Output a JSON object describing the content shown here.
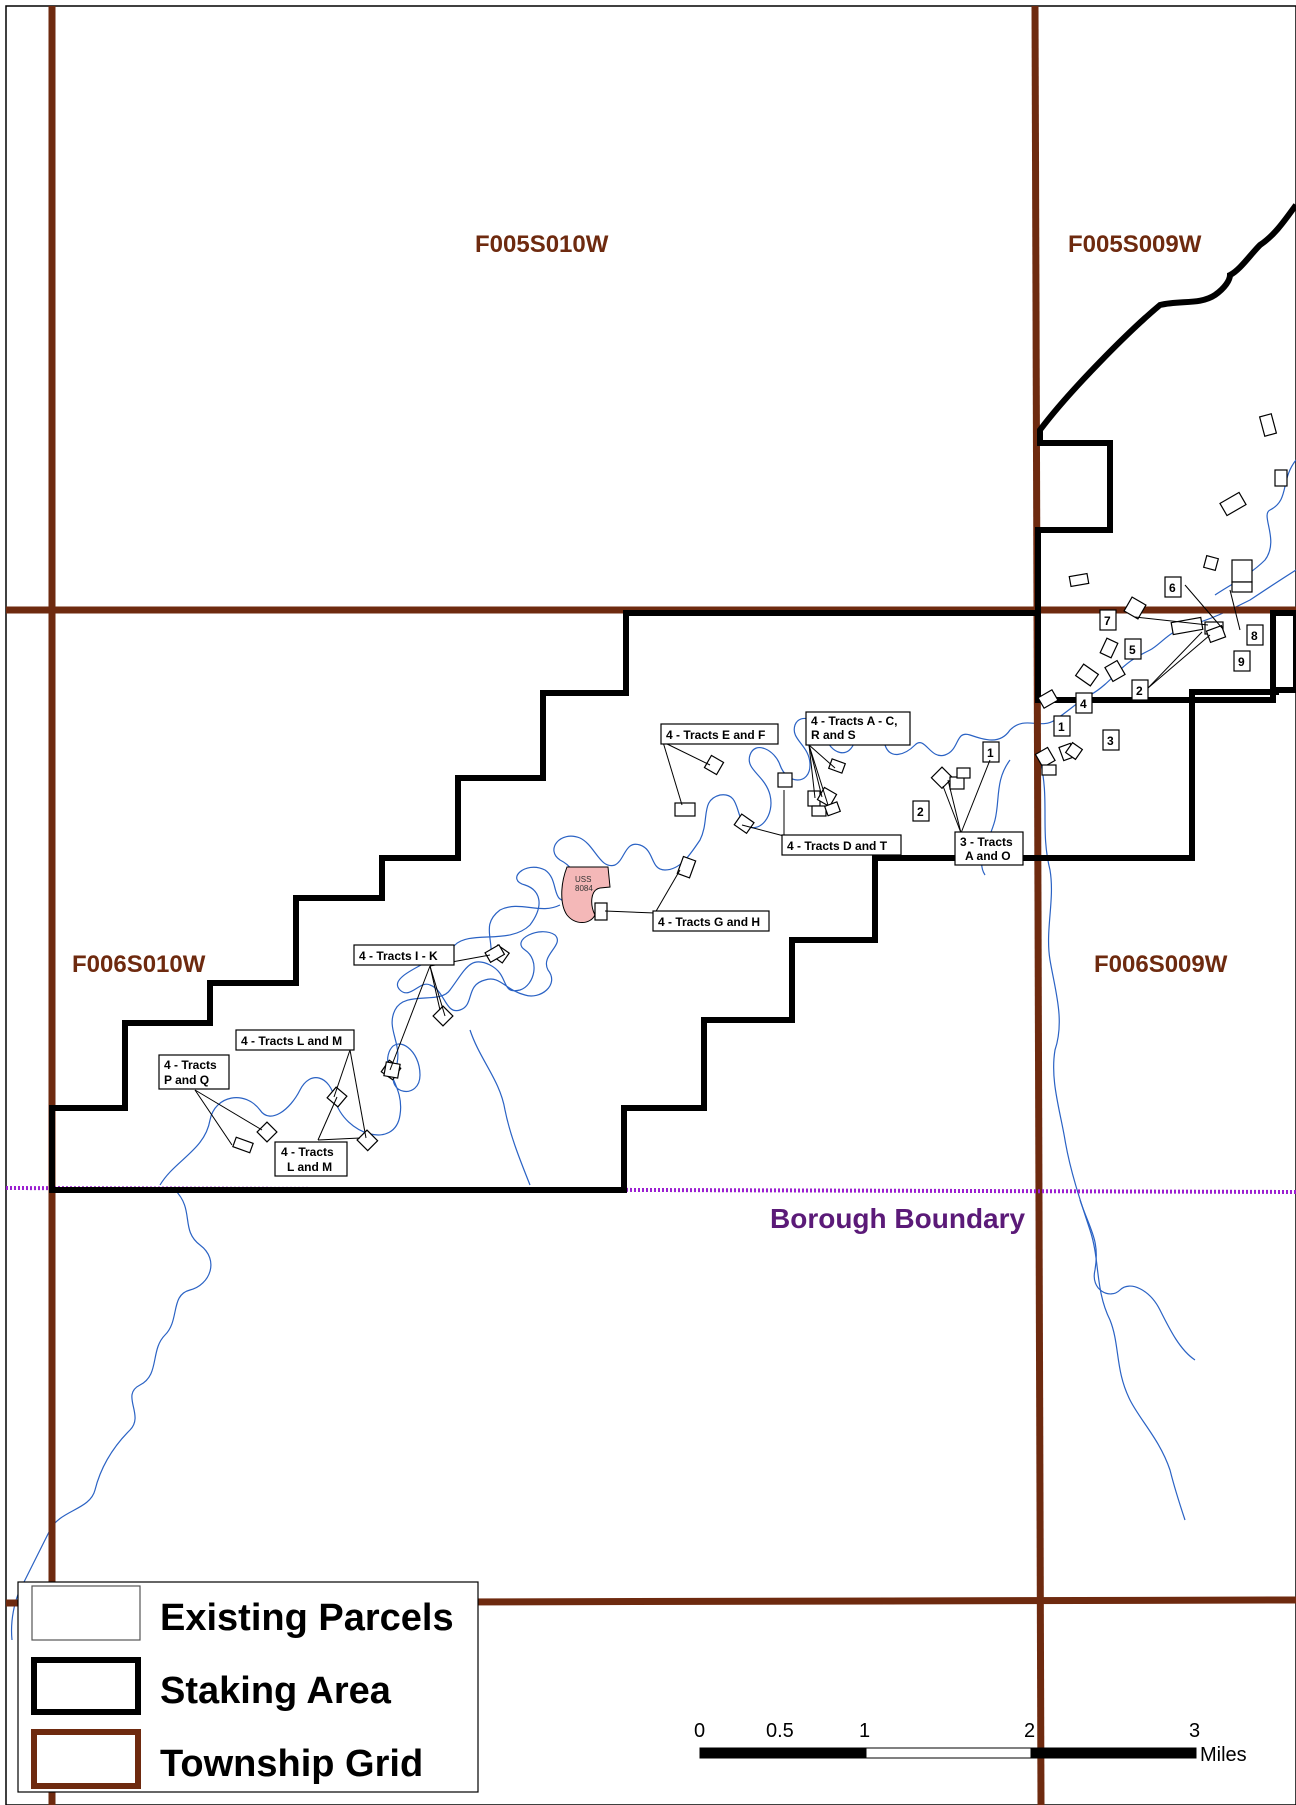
{
  "township_labels": {
    "f005s010w": "F005S010W",
    "f005s009w": "F005S009W",
    "f006s010w": "F006S010W",
    "f006s009w": "F006S009W"
  },
  "borough_boundary_label": "Borough Boundary",
  "uss_parcel": {
    "line1": "USS",
    "line2": "8084",
    "fill": "#f4b8b8"
  },
  "callouts": {
    "tracts_a_c": {
      "line1": "4 - Tracts A - C,",
      "line2": "R and S"
    },
    "tracts_e_f": {
      "line1": "4 - Tracts E and F"
    },
    "tracts_d_t": {
      "line1": "4 - Tracts D and T"
    },
    "tracts_a_o": {
      "line1": "3 - Tracts",
      "line2": "A and O"
    },
    "tracts_g_h": {
      "line1": "4 - Tracts G and H"
    },
    "tracts_i_k": {
      "line1": "4 - Tracts I - K"
    },
    "tracts_l_m_upper": {
      "line1": "4 - Tracts L and M"
    },
    "tracts_p_q": {
      "line1": "4 - Tracts",
      "line2": "P and Q"
    },
    "tracts_l_m_lower": {
      "line1": "4 - Tracts",
      "line2": "L and M"
    }
  },
  "parcel_numbers": [
    "1",
    "2",
    "1",
    "2",
    "3",
    "4",
    "5",
    "6",
    "7",
    "8",
    "9"
  ],
  "legend": {
    "existing_parcels": "Existing Parcels",
    "staking_area": "Staking Area",
    "township_grid": "Township Grid"
  },
  "scale_bar": {
    "ticks": [
      "0",
      "0.5",
      "1",
      "2",
      "3"
    ],
    "unit": "Miles"
  },
  "colors": {
    "township_grid": "#6e2a0f",
    "staking_area": "#000000",
    "borough_boundary": "#9b1fd1",
    "river": "#2a62c4",
    "label_brown": "#6e2a0f",
    "label_purple": "#5b1a78"
  }
}
